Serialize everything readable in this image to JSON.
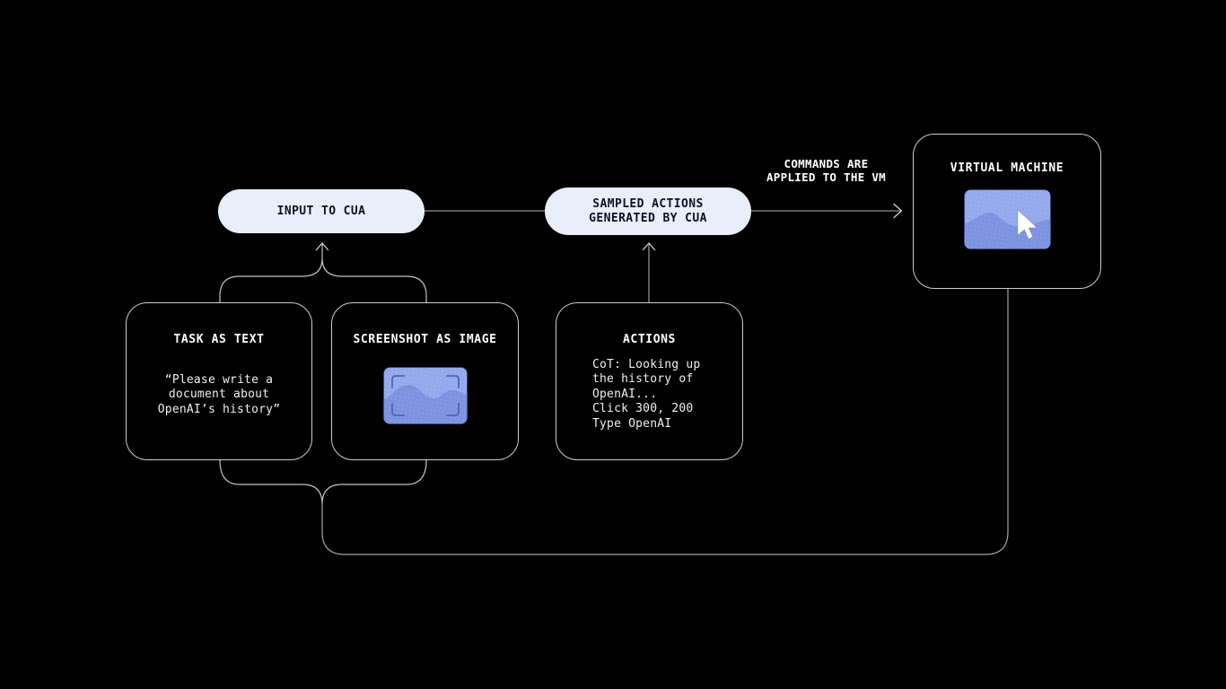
{
  "diagram": {
    "description": "CUA (computer-using agent) loop diagram on black background"
  },
  "colors": {
    "background": "#000000",
    "pill_background": "#e9eefb",
    "pill_text": "#0d1226",
    "node_border": "#cdcdcd",
    "title_text": "#ffffff",
    "body_text": "#efefef",
    "connector_line": "#8f8f8f",
    "brace_line": "#c2c2c2",
    "loop_line": "#a5a5a5",
    "icon_screen_blue": "#93a9ec",
    "icon_mountain_blue": "#7b93e0",
    "icon_bracket_blue": "#4f63b8",
    "cursor_white": "#ffffff"
  },
  "pills": {
    "input": {
      "label": "INPUT TO CUA"
    },
    "sampled": {
      "label": "SAMPLED ACTIONS\nGENERATED BY CUA"
    }
  },
  "edge_labels": {
    "commands": "COMMANDS ARE\nAPPLIED TO THE VM"
  },
  "boxes": {
    "virtual_machine": {
      "title": "VIRTUAL MACHINE",
      "icon": "vm-screen-cursor-icon"
    },
    "task": {
      "title": "TASK AS TEXT",
      "body": "“Please write a\ndocument about\nOpenAI’s history”"
    },
    "screenshot": {
      "title": "SCREENSHOT AS IMAGE",
      "icon": "screenshot-viewfinder-icon"
    },
    "actions": {
      "title": "ACTIONS",
      "body": "CoT: Looking up\nthe history of\nOpenAI...\nClick 300, 200\nType OpenAI"
    }
  }
}
